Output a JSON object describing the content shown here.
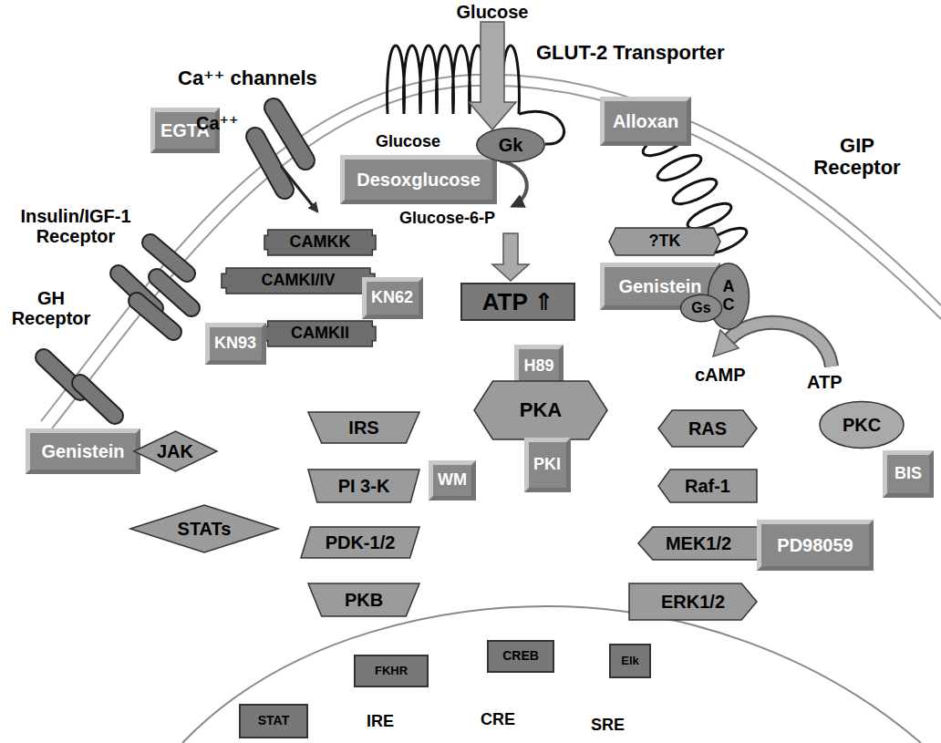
{
  "diagram": {
    "nodes": [
      {
        "text": [
          "EGTA"
        ]
      },
      {
        "text": [
          "Alloxan"
        ]
      },
      {
        "text": [
          "Desoxglucose"
        ]
      },
      {
        "text": [
          "Gk"
        ]
      },
      {
        "text": [
          "CAMKK"
        ]
      },
      {
        "text": [
          "?TK"
        ]
      },
      {
        "text": [
          "CAMKI/IV"
        ]
      },
      {
        "text": [
          "KN62"
        ]
      },
      {
        "text": [
          "Genistein"
        ]
      },
      {
        "text": [
          "ATP ⇑"
        ]
      },
      {
        "text": [
          "CAMKII"
        ]
      },
      {
        "text": [
          "KN93"
        ]
      },
      {
        "text": [
          "AC"
        ]
      },
      {
        "text": [
          "Gs"
        ]
      },
      {
        "text": [
          "H89"
        ]
      },
      {
        "text": [
          "PKA"
        ]
      },
      {
        "text": [
          "IRS"
        ]
      },
      {
        "text": [
          "RAS"
        ]
      },
      {
        "text": [
          "PKC"
        ]
      },
      {
        "text": [
          "Genistein"
        ]
      },
      {
        "text": [
          "JAK"
        ]
      },
      {
        "text": [
          "PI 3-K"
        ]
      },
      {
        "text": [
          "WM"
        ]
      },
      {
        "text": [
          "PKI"
        ]
      },
      {
        "text": [
          "Raf-1"
        ]
      },
      {
        "text": [
          "BIS"
        ]
      },
      {
        "text": [
          "STATs"
        ]
      },
      {
        "text": [
          "PDK-1/2"
        ]
      },
      {
        "text": [
          "MEK1/2"
        ]
      },
      {
        "text": [
          "PD98059"
        ]
      },
      {
        "text": [
          "PKB"
        ]
      },
      {
        "text": [
          "ERK1/2"
        ]
      },
      {
        "text": [
          "FKHR"
        ]
      },
      {
        "text": [
          "CREB"
        ]
      },
      {
        "text": [
          "Elk"
        ]
      },
      {
        "text": [
          "STAT"
        ]
      }
    ],
    "labels": [
      "Glucose",
      "GLUT-2 Transporter",
      "Ca⁺⁺ channels",
      "Ca⁺⁺",
      "Insulin/IGF-1 Receptor",
      "Glucose",
      "Glucose-6-P",
      "GH Receptor",
      "GIP Receptor",
      "cAMP",
      "ATP",
      "IRE",
      "CRE",
      "SRE"
    ]
  }
}
